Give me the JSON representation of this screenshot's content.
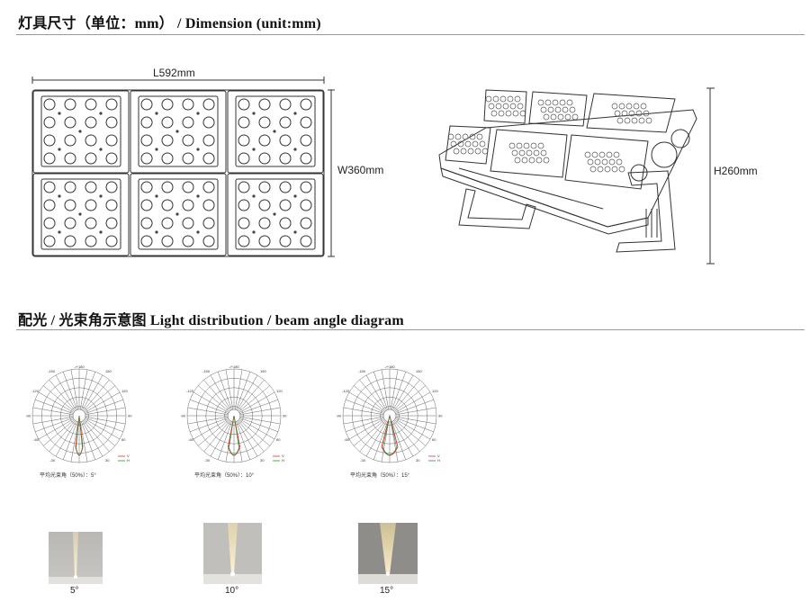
{
  "dimension_section": {
    "title": "灯具尺寸（单位：mm） / Dimension (unit:mm)",
    "length_label": "L592mm",
    "width_label": "W360mm",
    "height_label": "H260mm"
  },
  "light_section": {
    "title": "配光 / 光束角示意图   Light distribution / beam angle diagram",
    "polar_labels": {
      "top": "-/+180",
      "left_150": "-150",
      "left_120": "-120",
      "left_90": "-90",
      "left_60": "-60",
      "left_30": "-30",
      "right_150": "150",
      "right_120": "120",
      "right_90": "90",
      "right_60": "60",
      "right_30": "30",
      "legend_v": "V",
      "legend_h": "H"
    },
    "diagrams": [
      {
        "caption": "平均光束角（50%）：5°",
        "beam_label": "5°",
        "angle": 5
      },
      {
        "caption": "平均光束角（50%）：10°",
        "beam_label": "10°",
        "angle": 10
      },
      {
        "caption": "平均光束角（50%）：15°",
        "beam_label": "15°",
        "angle": 15
      }
    ],
    "colors": {
      "v_curve": "#d23a2a",
      "h_curve": "#2f8a3b"
    }
  }
}
